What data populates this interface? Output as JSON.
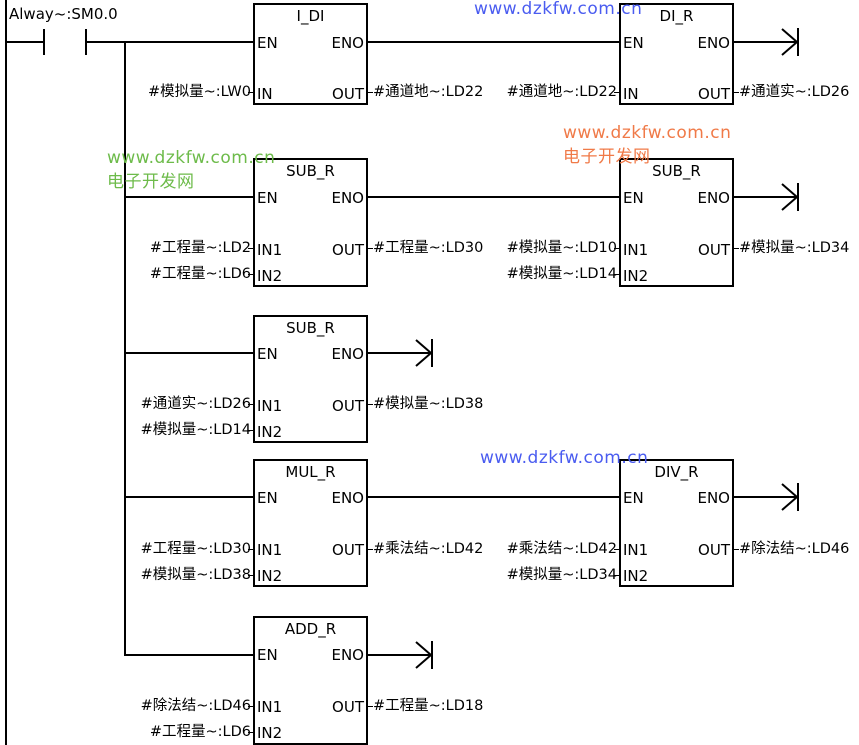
{
  "contact": {
    "label": "Alway~:SM0.0",
    "type": "normally-open"
  },
  "blocks": [
    {
      "id": "i_di",
      "title": "I_DI",
      "pins_left": [
        "EN",
        "IN"
      ],
      "pins_right": [
        "ENO",
        "OUT"
      ],
      "inputs": [
        "#模拟量~:LW0"
      ],
      "output": "#通道地~:LD22"
    },
    {
      "id": "di_r",
      "title": "DI_R",
      "pins_left": [
        "EN",
        "IN"
      ],
      "pins_right": [
        "ENO",
        "OUT"
      ],
      "inputs": [
        "#通道地~:LD22"
      ],
      "output": "#通道实~:LD26"
    },
    {
      "id": "sub_r_1",
      "title": "SUB_R",
      "pins_left": [
        "EN",
        "IN1",
        "IN2"
      ],
      "pins_right": [
        "ENO",
        "OUT"
      ],
      "inputs": [
        "#工程量~:LD2",
        "#工程量~:LD6"
      ],
      "output": "#工程量~:LD30"
    },
    {
      "id": "sub_r_2",
      "title": "SUB_R",
      "pins_left": [
        "EN",
        "IN1",
        "IN2"
      ],
      "pins_right": [
        "ENO",
        "OUT"
      ],
      "inputs": [
        "#模拟量~:LD10",
        "#模拟量~:LD14"
      ],
      "output": "#模拟量~:LD34"
    },
    {
      "id": "sub_r_3",
      "title": "SUB_R",
      "pins_left": [
        "EN",
        "IN1",
        "IN2"
      ],
      "pins_right": [
        "ENO",
        "OUT"
      ],
      "inputs": [
        "#通道实~:LD26",
        "#模拟量~:LD14"
      ],
      "output": "#模拟量~:LD38"
    },
    {
      "id": "mul_r",
      "title": "MUL_R",
      "pins_left": [
        "EN",
        "IN1",
        "IN2"
      ],
      "pins_right": [
        "ENO",
        "OUT"
      ],
      "inputs": [
        "#工程量~:LD30",
        "#模拟量~:LD38"
      ],
      "output": "#乘法结~:LD42"
    },
    {
      "id": "div_r",
      "title": "DIV_R",
      "pins_left": [
        "EN",
        "IN1",
        "IN2"
      ],
      "pins_right": [
        "ENO",
        "OUT"
      ],
      "inputs": [
        "#乘法结~:LD42",
        "#模拟量~:LD34"
      ],
      "output": "#除法结~:LD46"
    },
    {
      "id": "add_r",
      "title": "ADD_R",
      "pins_left": [
        "EN",
        "IN1",
        "IN2"
      ],
      "pins_right": [
        "ENO",
        "OUT"
      ],
      "inputs": [
        "#除法结~:LD46",
        "#工程量~:LD6"
      ],
      "output": "#工程量~:LD18"
    }
  ],
  "watermarks": [
    {
      "url": "www.dzkfw.com.cn",
      "name": "",
      "color": "#4a5cf0"
    },
    {
      "url": "www.dzkfw.com.cn",
      "name": "电子开发网",
      "color": "#6dbb4a"
    },
    {
      "url": "www.dzkfw.com.cn",
      "name": "电子开发网",
      "color": "#f07a48"
    },
    {
      "url": "www.dzkfw.com.cn",
      "name": "",
      "color": "#4a5cf0"
    }
  ]
}
